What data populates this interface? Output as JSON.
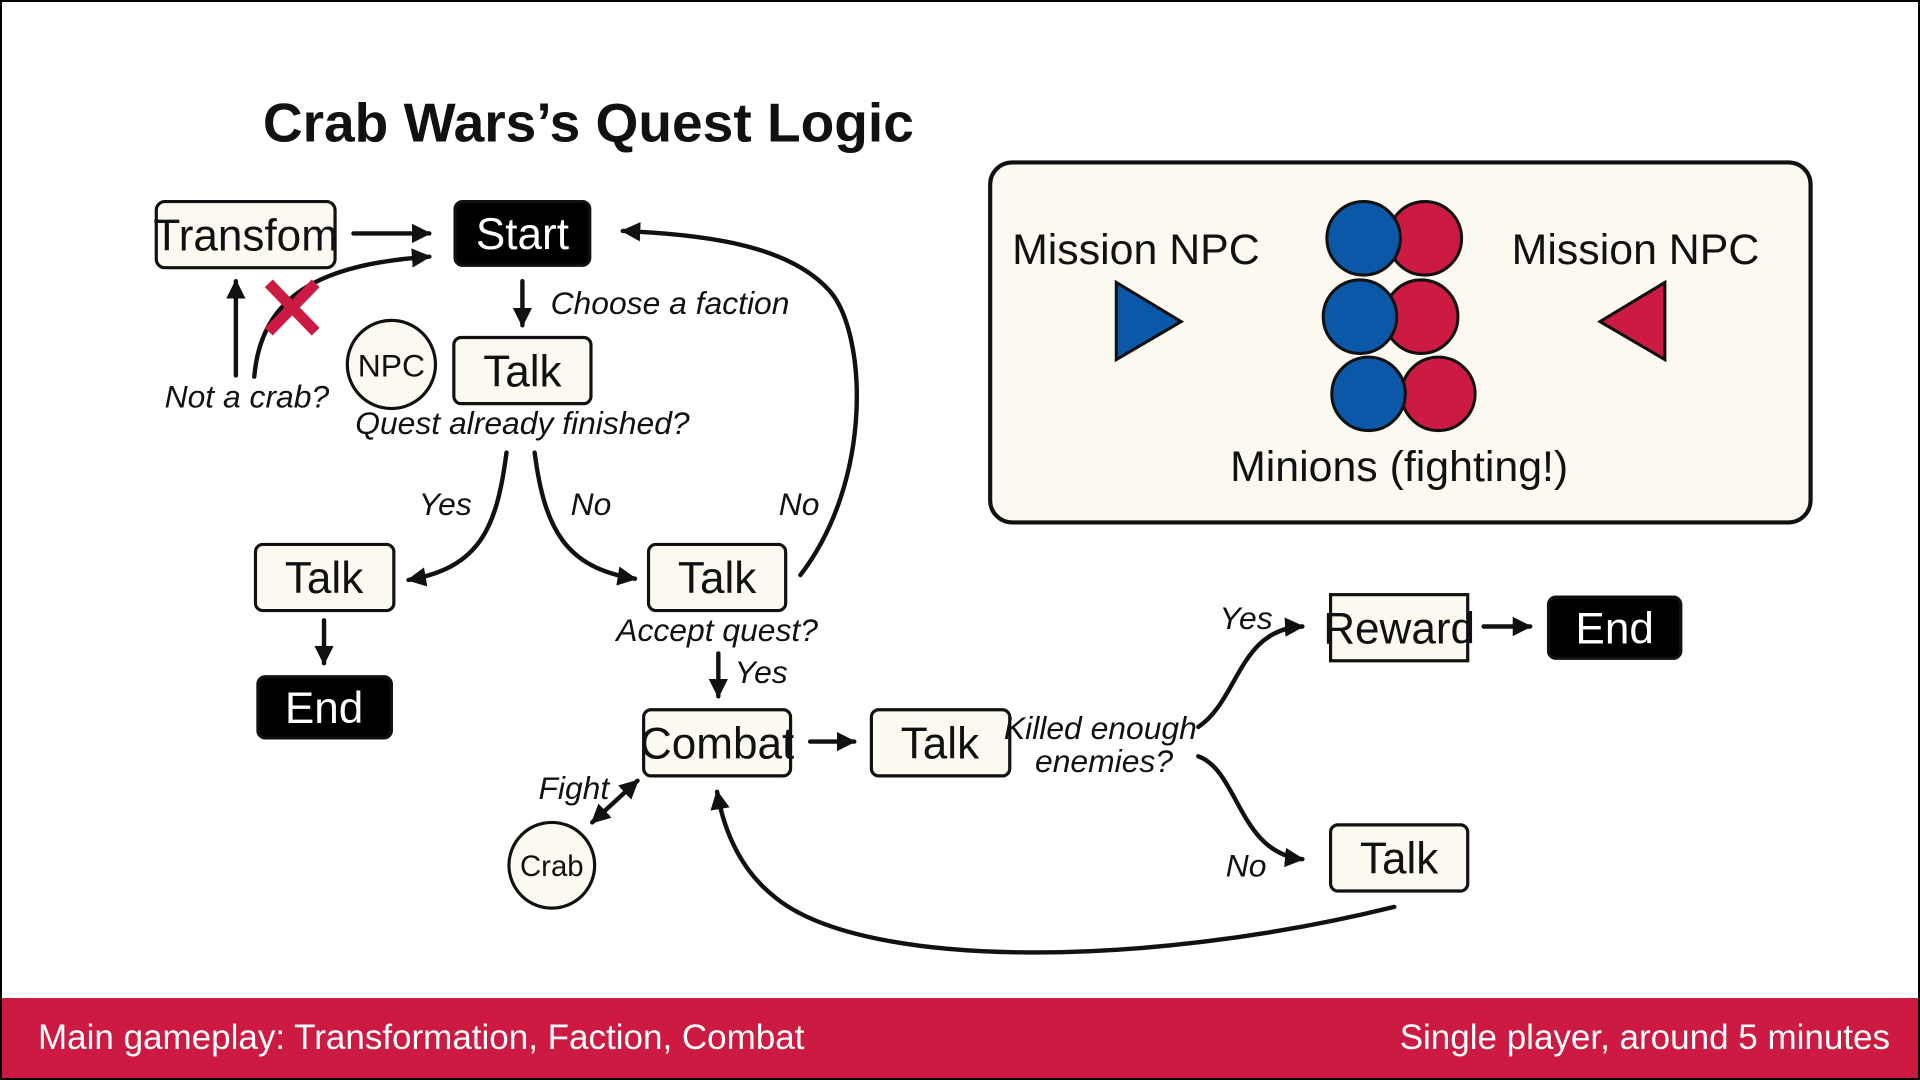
{
  "title": "Crab Wars’s Quest Logic",
  "nodes": {
    "transform": "Transfom",
    "start": "Start",
    "npc": "NPC",
    "talk_quest": "Talk",
    "talk_yes": "Talk",
    "end_left": "End",
    "talk_accept": "Talk",
    "combat": "Combat",
    "crab": "Crab",
    "talk_check": "Talk",
    "reward": "Reward",
    "end_right": "End",
    "talk_no": "Talk"
  },
  "labels": {
    "choose_faction": "Choose a faction",
    "not_a_crab": "Not a crab?",
    "quest_finished": "Quest already finished?",
    "yes_1": "Yes",
    "no_1": "No",
    "no_2": "No",
    "accept_quest": "Accept quest?",
    "yes_2": "Yes",
    "fight": "Fight",
    "killed_line1": "Killed enough",
    "killed_line2": "enemies?",
    "yes_3": "Yes",
    "no_3": "No"
  },
  "legend": {
    "mission_npc_left": "Mission NPC",
    "mission_npc_right": "Mission NPC",
    "minions": "Minions (fighting!)"
  },
  "colors": {
    "blue_faction": "#0b57a8",
    "red_faction": "#cc1a43",
    "footer": "#cc1a43",
    "box_fill": "#fcf9f1"
  },
  "footer": {
    "left": "Main gameplay: Transformation, Faction, Combat",
    "right": "Single player, around 5 minutes"
  }
}
